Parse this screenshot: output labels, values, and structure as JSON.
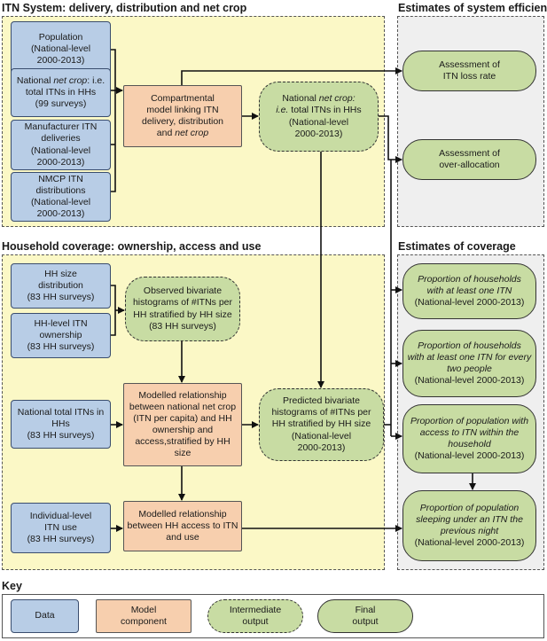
{
  "sections": {
    "itn_system": "ITN System: delivery, distribution and net crop",
    "efficiency": "Estimates of system efficiency",
    "household": "Household coverage: ownership, access and use",
    "coverage": "Estimates of coverage",
    "key": "Key"
  },
  "itn_system": {
    "population": [
      "Population",
      "(National-level",
      "2000-2013)"
    ],
    "net_crop_input": {
      "a": "National ",
      "b": "net crop",
      "c": ": i.e.",
      "d": "total ITNs in HHs",
      "e": "(99 surveys)"
    },
    "manufacturer": [
      "Manufacturer ITN",
      "deliveries",
      "(National-level",
      "2000-2013)"
    ],
    "nmcp": [
      "NMCP ITN",
      "distributions",
      "(National-level",
      "2000-2013)"
    ],
    "model": {
      "a": "Compartmental",
      "b": "model linking ITN",
      "c": "delivery, distribution",
      "d": "and ",
      "e": "net crop"
    },
    "net_crop_output": {
      "a": "National ",
      "b": "net crop:",
      "c": "i.e.",
      "d": " total ITNs in HHs",
      "e": "(National-level",
      "f": "2000-2013)"
    }
  },
  "efficiency": {
    "loss_rate": [
      "Assessment of",
      "ITN loss rate"
    ],
    "over_allocation": [
      "Assessment of",
      "over-allocation"
    ]
  },
  "household": {
    "hh_size": [
      "HH size",
      "distribution",
      "(83 HH surveys)"
    ],
    "hh_ownership": [
      "HH-level ITN",
      "ownership",
      "(83 HH surveys)"
    ],
    "observed": [
      "Observed bivariate",
      "histograms of #ITNs per",
      "HH stratified by HH size",
      "(83 HH surveys)"
    ],
    "national_total": [
      "National total ITNs in",
      "HHs",
      "(83 HH surveys)"
    ],
    "modelled_relationship": [
      "Modelled relationship",
      "between national net crop",
      "(ITN per capita) and HH",
      "ownership and",
      "access,stratified by HH size"
    ],
    "predicted": [
      "Predicted bivariate",
      "histograms of #ITNs per",
      "HH stratified by HH size",
      "(National-level",
      "2000-2013)"
    ],
    "individual_use": [
      "Individual-level",
      "ITN use",
      "(83 HH surveys)"
    ],
    "modelled_use": [
      "Modelled relationship",
      "between HH access to ITN",
      "and use"
    ]
  },
  "coverage": {
    "one_itn": {
      "lines": [
        "Proportion of households",
        "with at least one ITN"
      ],
      "sub": "(National-level 2000-2013)"
    },
    "every_two": {
      "lines": [
        "Proportion of households",
        "with at least one ITN for every",
        "two people"
      ],
      "sub": "(National-level 2000-2013)"
    },
    "access": {
      "lines": [
        "Proportion of population with",
        "access to ITN within the",
        "household"
      ],
      "sub": "(National-level 2000-2013)"
    },
    "sleeping": {
      "lines": [
        "Proportion of population",
        "sleeping under an ITN the",
        "previous night"
      ],
      "sub": "(National-level 2000-2013)"
    }
  },
  "key": {
    "data": "Data",
    "model": [
      "Model",
      "component"
    ],
    "intermediate": [
      "Intermediate",
      "output"
    ],
    "final": [
      "Final",
      "output"
    ]
  },
  "colors": {
    "data_fill": "#b8cde6",
    "model_fill": "#f7cfae",
    "output_fill": "#c8dca3",
    "yellow_panel": "#fbf8c6",
    "gray_panel": "#efefef"
  }
}
